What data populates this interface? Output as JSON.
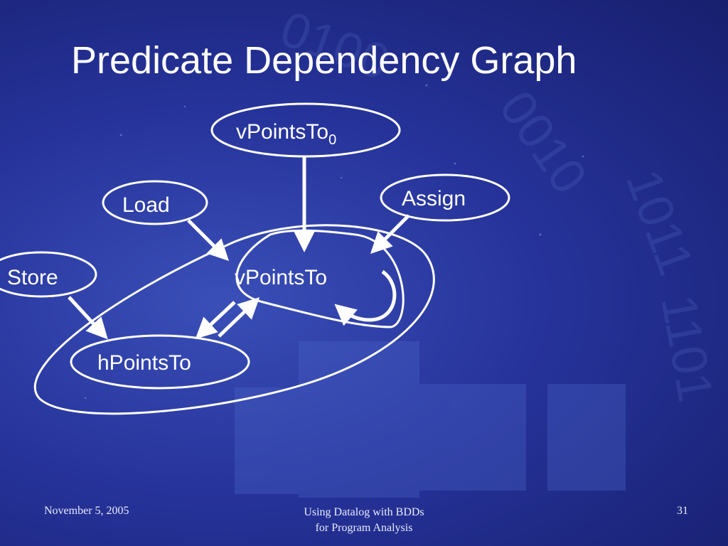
{
  "slide": {
    "title": "Predicate Dependency Graph",
    "background_color": "#26339a",
    "accent_color": "#ffffff"
  },
  "diagram": {
    "nodes": {
      "vpointsto0": {
        "label": "vPointsTo",
        "subscript": "0"
      },
      "load": {
        "label": "Load"
      },
      "assign": {
        "label": "Assign"
      },
      "store": {
        "label": "Store"
      },
      "vpointsto": {
        "label": "vPointsTo"
      },
      "hpointsto": {
        "label": "hPointsTo"
      }
    }
  },
  "footer": {
    "date": "November 5, 2005",
    "center_line1": "Using Datalog with BDDs",
    "center_line2": "for Program Analysis",
    "page_number": "31"
  }
}
